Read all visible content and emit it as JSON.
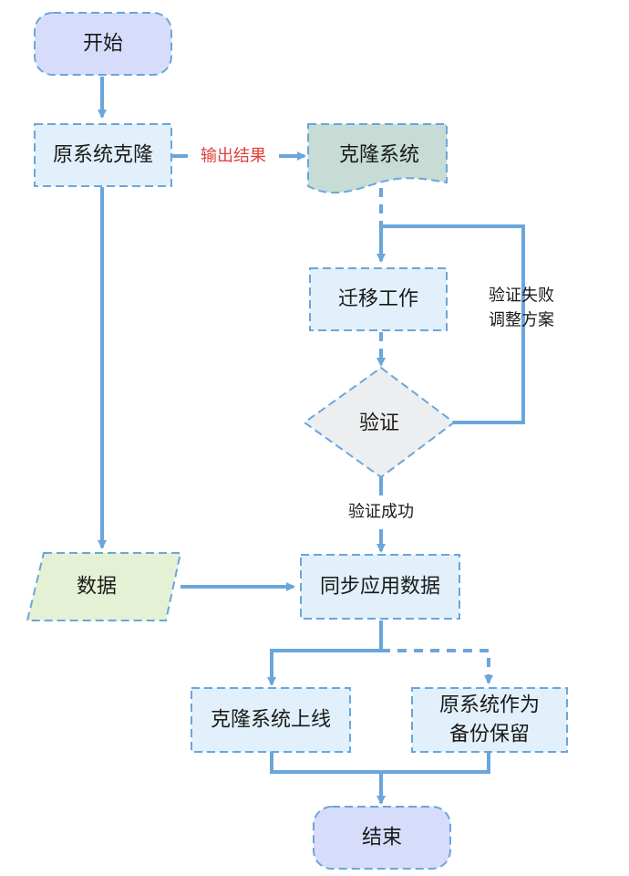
{
  "colors": {
    "edge": "#6aa6dc",
    "node_border": "#6aa6dc",
    "terminal_fill": "#d7dcfa",
    "process_fill": "#e1f0fa",
    "document_fill": "#c6dcd5",
    "decision_fill": "#eceef0",
    "data_fill": "#e5f1d4",
    "red_label": "#e0403a"
  },
  "nodes": {
    "start": "开始",
    "clone_original": "原系统克隆",
    "clone_system": "克隆系统",
    "migrate": "迁移工作",
    "verify": "验证",
    "data": "数据",
    "sync_data": "同步应用数据",
    "clone_online": "克隆系统上线",
    "original_backup_line1": "原系统作为",
    "original_backup_line2": "备份保留",
    "end": "结束"
  },
  "edges": {
    "output_result": "输出结果",
    "verify_failed_line1": "验证失败",
    "verify_failed_line2": "调整方案",
    "verify_success": "验证成功"
  }
}
